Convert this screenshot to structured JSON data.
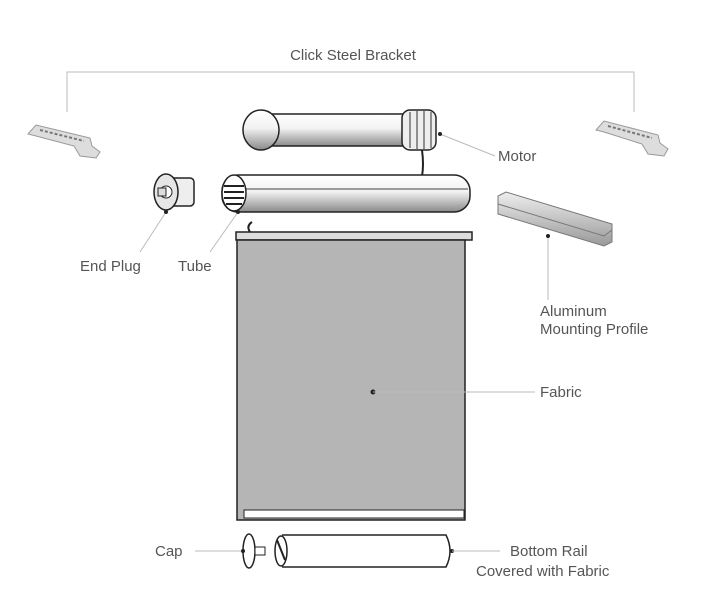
{
  "labels": {
    "bracket": "Click Steel Bracket",
    "motor": "Motor",
    "end_plug": "End Plug",
    "tube": "Tube",
    "profile_line1": "Aluminum",
    "profile_line2": "Mounting Profile",
    "fabric": "Fabric",
    "cap": "Cap",
    "rail_line1": "Bottom Rail",
    "rail_line2": "Covered with Fabric"
  },
  "colors": {
    "fabric": "#b5b5b5",
    "label": "#555555",
    "outline": "#222222"
  }
}
